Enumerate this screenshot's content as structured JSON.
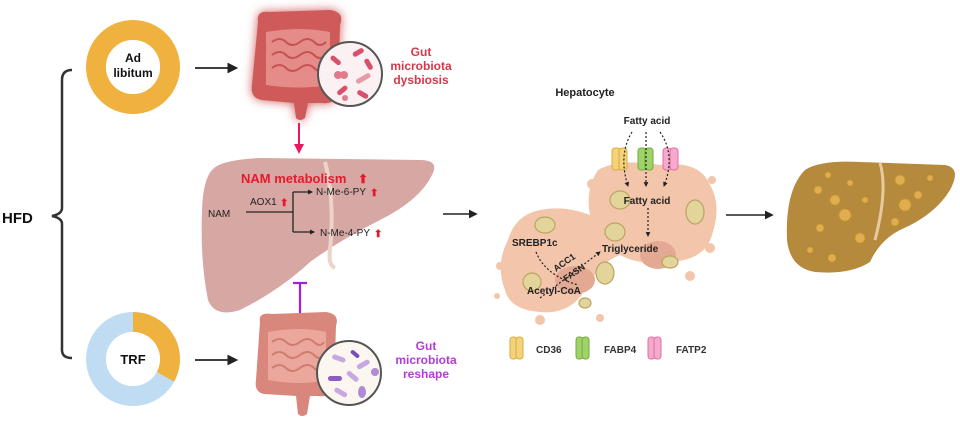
{
  "left": {
    "group_label": "HFD",
    "conditions": [
      {
        "label_line1": "Ad",
        "label_line2": "libitum",
        "ring_color": "#f0b23f"
      },
      {
        "label_line1": "TRF",
        "label_line2": "",
        "ring_colors": [
          "#f0b23f",
          "#bfdcf2"
        ],
        "feeding_fraction": 0.33
      }
    ]
  },
  "gut_top": {
    "label_lines": [
      "Gut",
      "microbiota",
      "dysbiosis"
    ],
    "color": "#d2394b"
  },
  "gut_bottom": {
    "label_lines": [
      "Gut",
      "microbiota",
      "reshape"
    ],
    "color": "#b43cd6"
  },
  "liver": {
    "title": "NAM metabolism",
    "title_color": "#e8192c",
    "up_arrow": "⬆",
    "substrate": "NAM",
    "enzyme": "AOX1",
    "product1": "N-Me-6-PY",
    "product2": "N-Me-4-PY"
  },
  "hepatocyte": {
    "title": "Hepatocyte",
    "fatty_acid_top": "Fatty acid",
    "fatty_acid_inner": "Fatty acid",
    "triglyceride": "Triglyceride",
    "srebp": "SREBP1c",
    "acc": "ACC1",
    "fasn": "FASN",
    "acetyl": "Acetyl-CoA"
  },
  "legend": [
    {
      "label": "CD36",
      "color": "#f3d27a"
    },
    {
      "label": "FABP4",
      "color": "#9fd36a"
    },
    {
      "label": "FATP2",
      "color": "#f5a9cc"
    }
  ]
}
